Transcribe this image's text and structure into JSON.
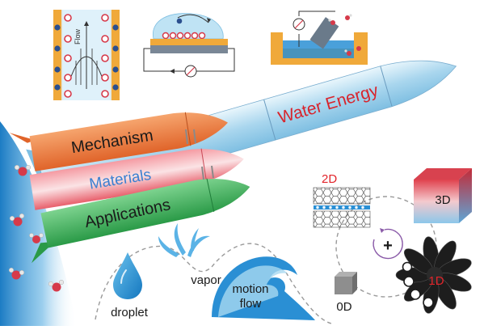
{
  "rocket": {
    "main_label": "Water Energy",
    "boosters": [
      {
        "label": "Mechanism",
        "color": "#e9763a"
      },
      {
        "label": "Materials",
        "color": "#ee6f7c"
      },
      {
        "label": "Applications",
        "color": "#3aa655"
      }
    ],
    "body_color": "#b8dff2",
    "main_label_color": "#d8242c"
  },
  "panels": {
    "flow_label": "Flow"
  },
  "applications": {
    "droplet": "droplet",
    "vapor": "vapor",
    "motion_flow_line1": "motion",
    "motion_flow_line2": "flow"
  },
  "dimensions": {
    "d2": "2D",
    "d3": "3D",
    "d1": "1D",
    "d0": "0D",
    "center": "+",
    "d2_color": "#e2252b"
  },
  "colors": {
    "water_blue": "#1f8fd6",
    "molecule_red": "#d63a4a",
    "molecule_white": "#e8e8e8",
    "dashed": "#9a9a9a"
  }
}
